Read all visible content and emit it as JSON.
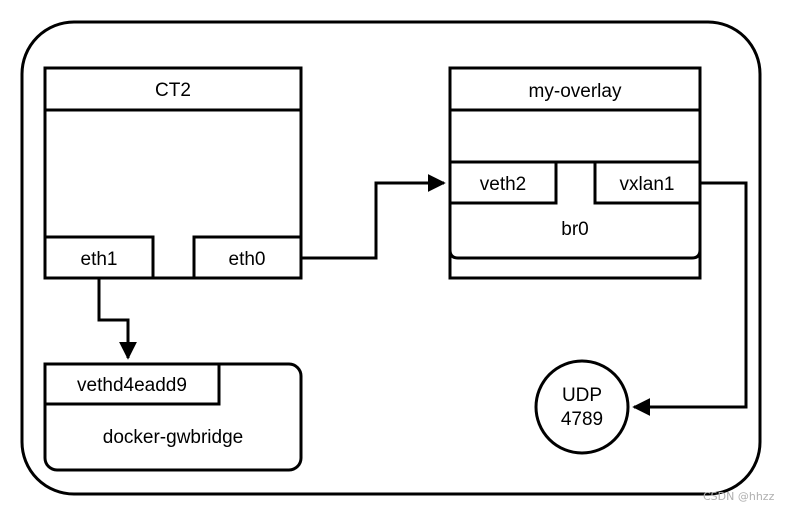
{
  "diagram": {
    "container": {
      "ct2": {
        "title": "CT2",
        "eth1": "eth1",
        "eth0": "eth0"
      },
      "overlay": {
        "title": "my-overlay",
        "veth2": "veth2",
        "vxlan1": "vxlan1",
        "br0": "br0"
      },
      "gwbridge": {
        "veth": "vethd4eadd9",
        "label": "docker-gwbridge"
      },
      "udp": {
        "line1": "UDP",
        "line2": "4789"
      }
    },
    "watermark": "CSDN @hhzz"
  }
}
